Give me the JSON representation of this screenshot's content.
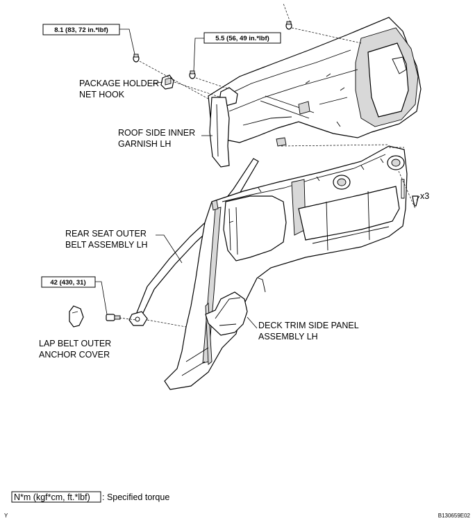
{
  "torques": {
    "top_left": "8.1 (83, 72 in.*lbf)",
    "top_mid": "5.5 (56, 49 in.*lbf)",
    "mid_left": "42 (430, 31)"
  },
  "labels": {
    "package_holder_line1": "PACKAGE HOLDER",
    "package_holder_line2": "NET HOOK",
    "roof_side_line1": "ROOF SIDE INNER",
    "roof_side_line2": "GARNISH LH",
    "rear_seat_line1": "REAR SEAT OUTER",
    "rear_seat_line2": "BELT ASSEMBLY LH",
    "deck_trim_line1": "DECK TRIM SIDE PANEL",
    "deck_trim_line2": "ASSEMBLY LH",
    "lap_belt_line1": "LAP BELT OUTER",
    "lap_belt_line2": "ANCHOR COVER",
    "clip_count": "x3"
  },
  "legend": {
    "unit_box": "N*m (kgf*cm, ft.*lbf)",
    "unit_text": ": Specified torque"
  },
  "footer": {
    "corner_letter": "Y",
    "figure_code": "B130659E02"
  }
}
